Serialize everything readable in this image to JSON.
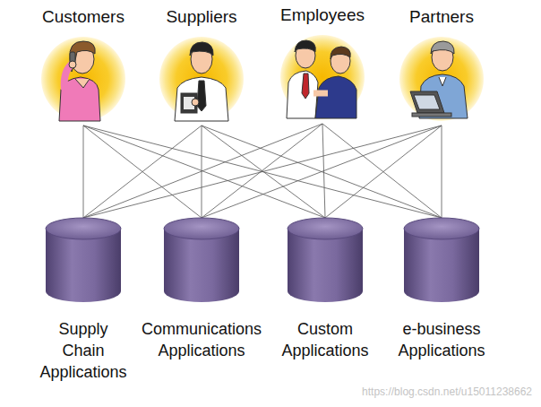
{
  "diagram": {
    "nodes": [
      {
        "text": [
          "Customers"
        ]
      },
      {
        "text": [
          "Suppliers"
        ]
      },
      {
        "text": [
          "Employees"
        ]
      },
      {
        "text": [
          "Partners"
        ]
      },
      {
        "text": [
          "Supply Chain Applications"
        ]
      },
      {
        "text": [
          "Communications Applications"
        ]
      },
      {
        "text": [
          "Custom Applications"
        ]
      },
      {
        "text": [
          "e-business Applications"
        ]
      }
    ],
    "edges": [
      {
        "from": 0,
        "to": 4,
        "arrow": "none"
      },
      {
        "from": 0,
        "to": 5,
        "arrow": "none"
      },
      {
        "from": 0,
        "to": 6,
        "arrow": "none"
      },
      {
        "from": 0,
        "to": 7,
        "arrow": "none"
      },
      {
        "from": 1,
        "to": 4,
        "arrow": "none"
      },
      {
        "from": 1,
        "to": 5,
        "arrow": "none"
      },
      {
        "from": 1,
        "to": 6,
        "arrow": "none"
      },
      {
        "from": 1,
        "to": 7,
        "arrow": "none"
      },
      {
        "from": 2,
        "to": 4,
        "arrow": "none"
      },
      {
        "from": 2,
        "to": 5,
        "arrow": "none"
      },
      {
        "from": 2,
        "to": 6,
        "arrow": "none"
      },
      {
        "from": 2,
        "to": 7,
        "arrow": "none"
      },
      {
        "from": 3,
        "to": 4,
        "arrow": "none"
      },
      {
        "from": 3,
        "to": 5,
        "arrow": "none"
      },
      {
        "from": 3,
        "to": 6,
        "arrow": "none"
      },
      {
        "from": 3,
        "to": 7,
        "arrow": "none"
      }
    ],
    "labels": [
      "https://blog.csdn.net/u15011238662"
    ]
  }
}
